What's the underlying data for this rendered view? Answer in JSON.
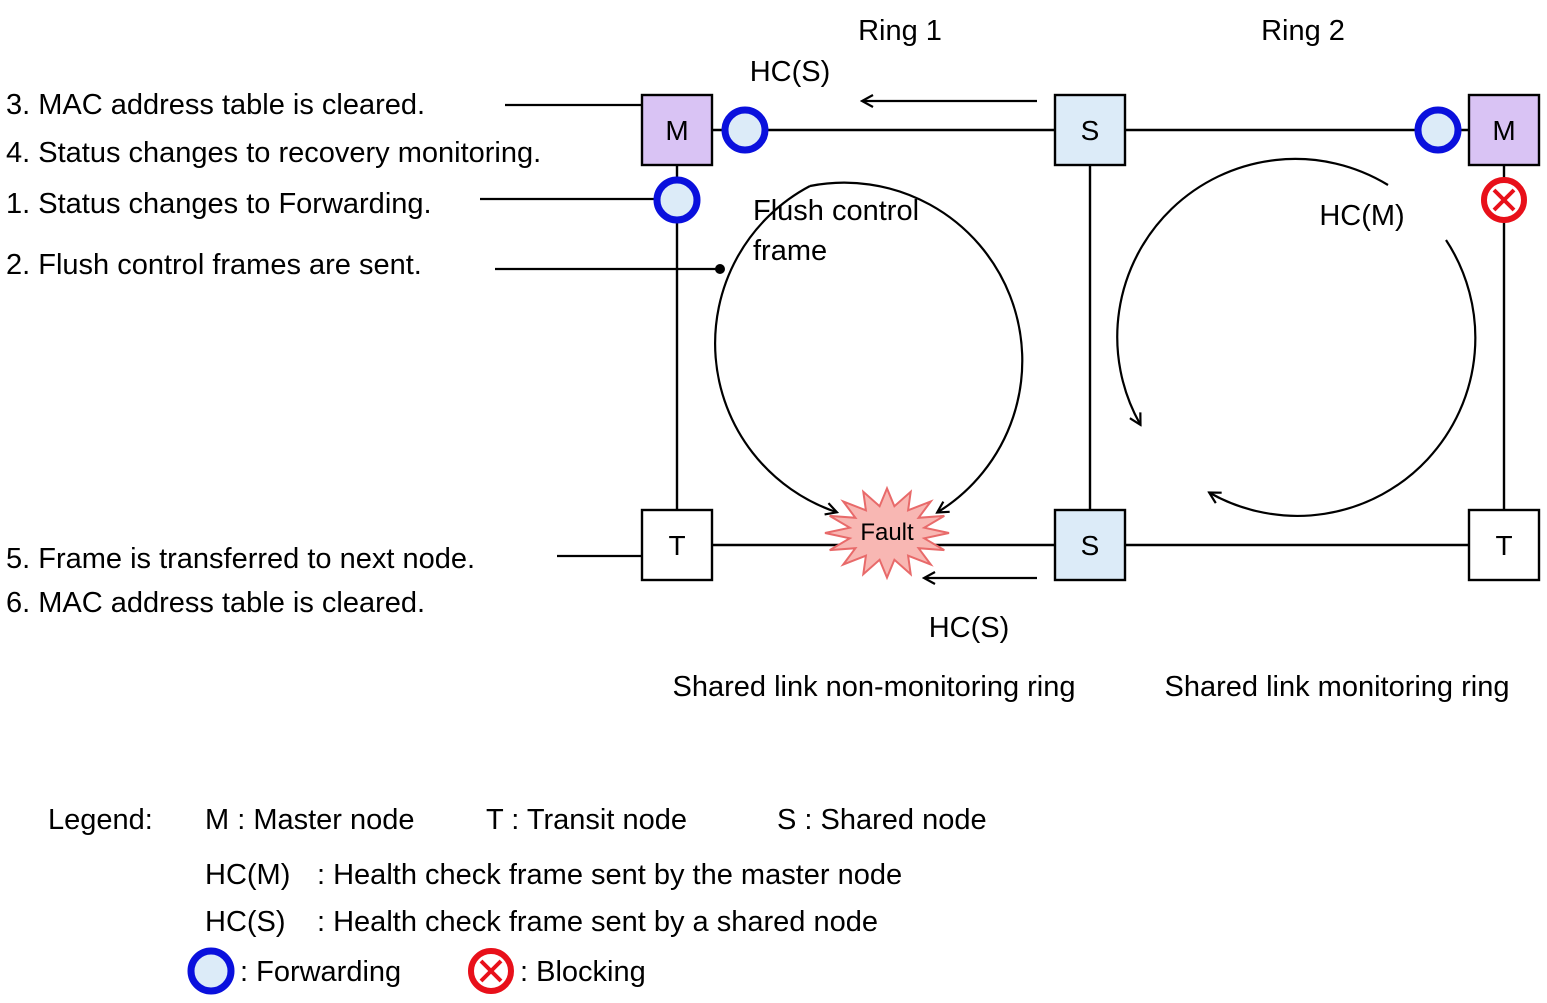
{
  "rings": {
    "ring1": "Ring 1",
    "ring2": "Ring 2"
  },
  "frames": {
    "hcs_top": "HC(S)",
    "hcs_bottom": "HC(S)",
    "hcm": "HC(M)",
    "flush_line1": "Flush control",
    "flush_line2": "frame"
  },
  "nodes": {
    "master1": "M",
    "master2": "M",
    "shared_top": "S",
    "shared_bottom": "S",
    "transit1": "T",
    "transit2": "T"
  },
  "fault": "Fault",
  "annotations": [
    "3. MAC address table is cleared.",
    "4. Status changes to recovery monitoring.",
    "1. Status changes to Forwarding.",
    "2. Flush control frames are sent.",
    "5. Frame is transferred to next node.",
    "6. MAC address table is cleared."
  ],
  "ring_captions": {
    "ring1": "Shared link non-monitoring ring",
    "ring2": "Shared link monitoring ring"
  },
  "legend": {
    "title": "Legend:",
    "master": "M : Master node",
    "transit": "T  : Transit node",
    "shared": "S  : Shared node",
    "hcm_key": "HC(M)",
    "hcm_desc": ": Health check frame sent by the master node",
    "hcs_key": "HC(S)",
    "hcs_desc": ": Health check frame sent by a shared node",
    "forwarding": ": Forwarding",
    "blocking": ": Blocking"
  },
  "colors": {
    "master_fill": "#d9c3f4",
    "shared_fill": "#dcebf8",
    "forwarding_ring": "#0a10dd",
    "forwarding_fill": "#dcebf8",
    "blocking_ring": "#e8101a",
    "fault_fill": "#f8b7b3",
    "fault_stroke": "#e86a6a"
  }
}
